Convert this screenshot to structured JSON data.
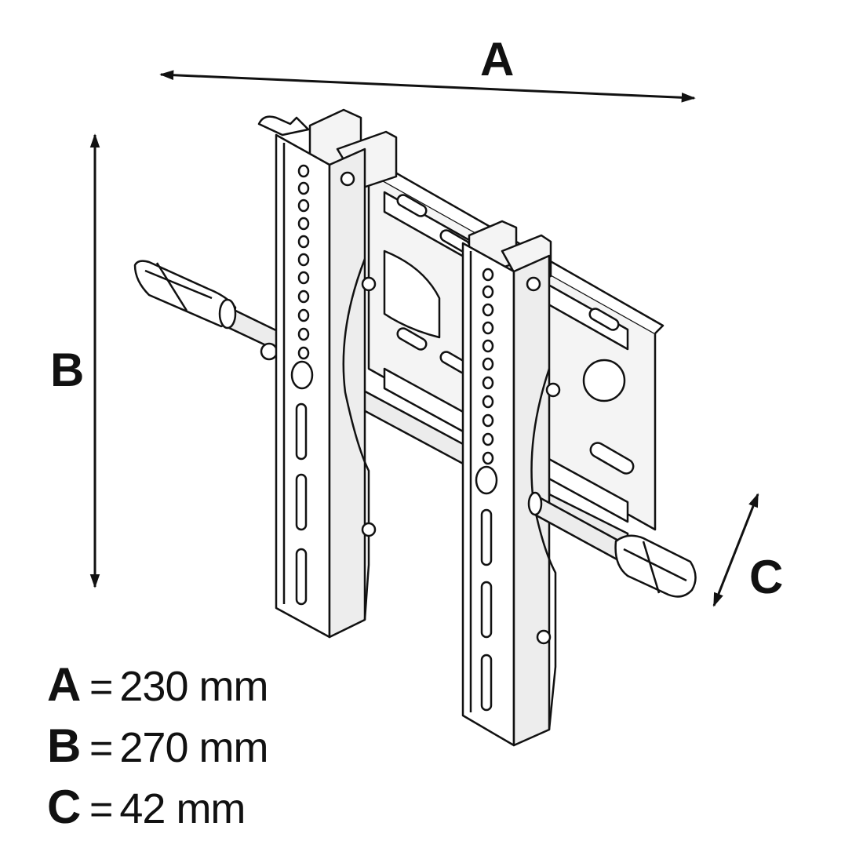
{
  "dimensions": {
    "a": {
      "key": "A",
      "value": "230 mm"
    },
    "b": {
      "key": "B",
      "value": "270 mm"
    },
    "c": {
      "key": "C",
      "value": "42 mm"
    }
  },
  "equals_sign": "=",
  "colors": {
    "line": "#111111",
    "fill": "#ffffff",
    "shade": "#e6e6e6"
  }
}
